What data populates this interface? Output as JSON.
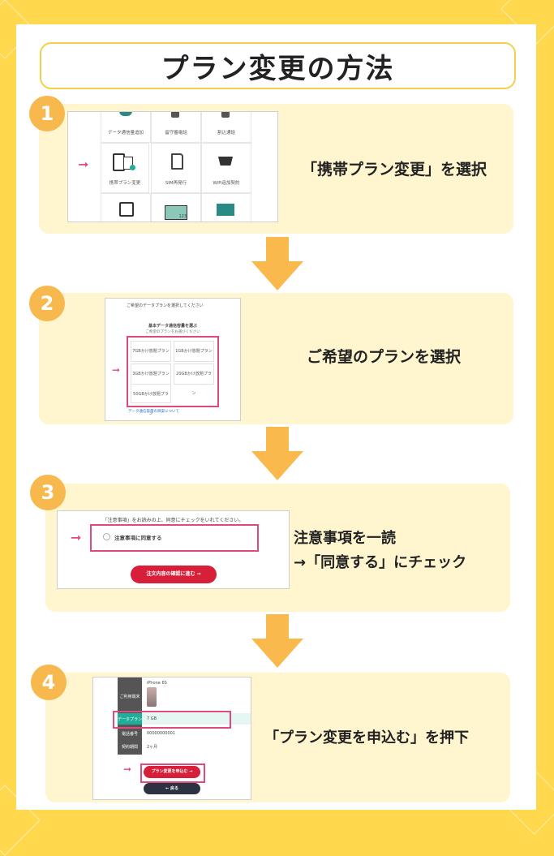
{
  "title": "プラン変更の方法",
  "steps": [
    {
      "number": "1",
      "text": "「携帯プラン変更」を選択"
    },
    {
      "number": "2",
      "text": "ご希望のプランを選択"
    },
    {
      "number": "3",
      "text_line1": "注意事項を一読",
      "text_line2": "→「同意する」にチェック"
    },
    {
      "number": "4",
      "text": "「プラン変更を申込む」を押下"
    }
  ],
  "shot1": {
    "top_labels": [
      "データ通信量追加",
      "留守番電話",
      "割込通話"
    ],
    "mid_labels": [
      "携帯プラン変更",
      "SIM再発行",
      "WiFi追加契約"
    ],
    "bottom_card": "123"
  },
  "shot2": {
    "heading": "ご希望のデータプランを選択してください",
    "subheading": "基本データ通信容量を選ぶ",
    "subnote": "ご希望のプランをお選びください",
    "plans": [
      "7GBかけ放題プラン",
      "1GBかけ放題プラン",
      "3GBかけ放題プラン",
      "20GBかけ放題プラン",
      "50GBかけ放題プラン"
    ],
    "footnote": "データ通信容量の目安について"
  },
  "shot3": {
    "notice": "「注意事項」をお読みの上、同意にチェックをいれてください。",
    "checkbox_label": "注意事項に同意する",
    "confirm_button": "注文内容の確認に進む →"
  },
  "shot4": {
    "row_labels": [
      "ご利用端末",
      "データプラン",
      "電話番号",
      "契約期間"
    ],
    "device_name": "iPhone 6S",
    "data_plan": "7 GB",
    "phone_number": "00000000001",
    "contract_term": "2ヶ月",
    "apply_button": "プラン変更を申込む →",
    "back_button": "← 戻る"
  },
  "colors": {
    "background": "#ffd84d",
    "step_bg": "#fff5cf",
    "badge": "#f7b94e",
    "arrow": "#f9b94c",
    "highlight": "#e04a7a",
    "button": "#d81f3a",
    "teal": "#1fae9a"
  }
}
